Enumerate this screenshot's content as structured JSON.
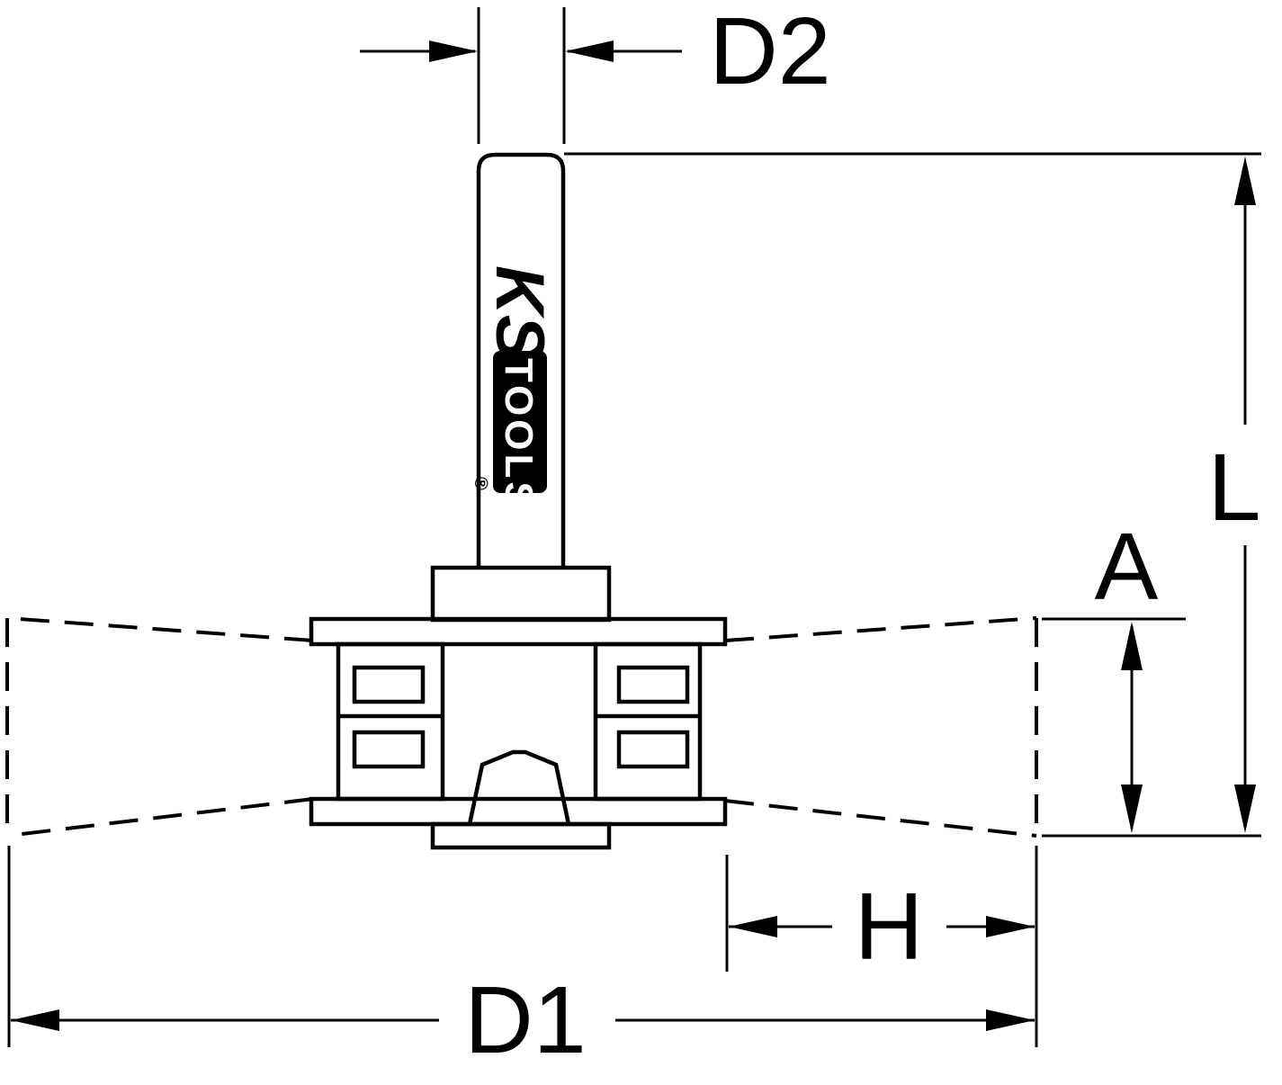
{
  "diagram": {
    "type": "technical-drawing",
    "background_color": "#ffffff",
    "line_color": "#000000",
    "dimensions": {
      "shank_diameter_label": "D2",
      "total_length_label": "L",
      "brush_face_width_label": "A",
      "hub_width_label": "H",
      "brush_diameter_label": "D1"
    },
    "logo": {
      "brand_top": "KS",
      "brand_bottom": "TOOLS",
      "registered_mark": "®"
    }
  }
}
